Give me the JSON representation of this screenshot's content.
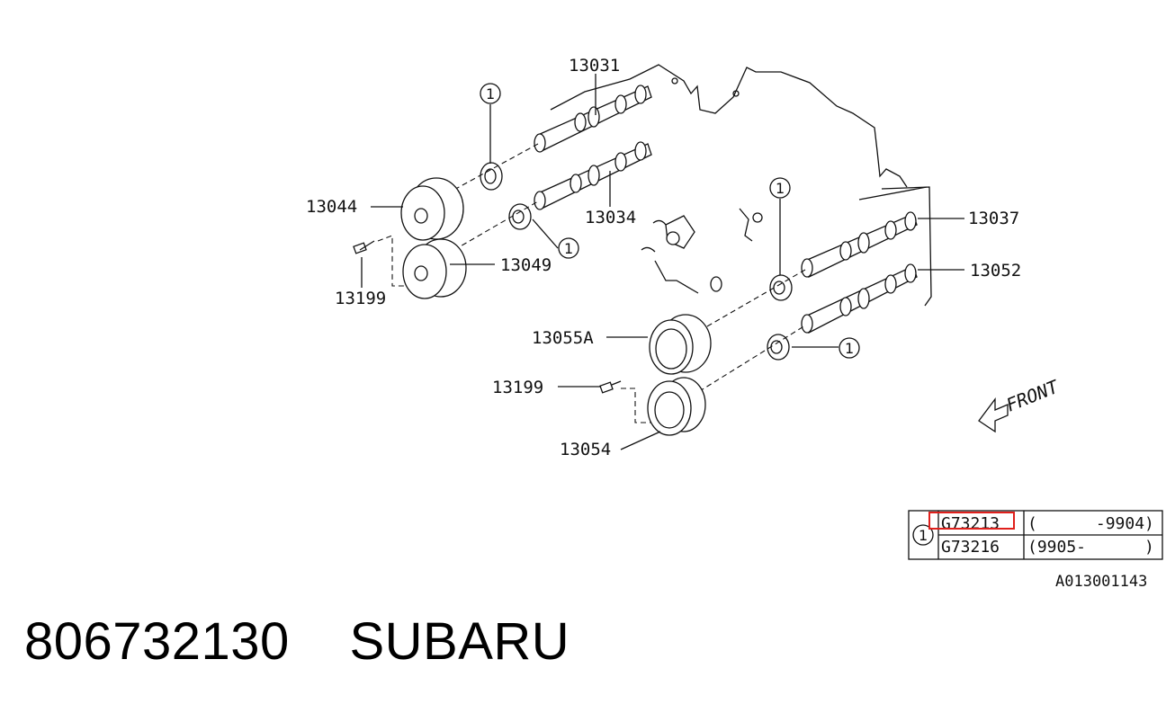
{
  "labels": {
    "p13031": "13031",
    "p13034": "13034",
    "p13044": "13044",
    "p13049": "13049",
    "p13199a": "13199",
    "p13199b": "13199",
    "p13037": "13037",
    "p13052": "13052",
    "p13055A": "13055A",
    "p13054": "13054"
  },
  "callout": "1",
  "front_label": "FRONT",
  "legend": {
    "ref": "1",
    "rows": [
      {
        "part": "G73213",
        "range": "(      -9904)"
      },
      {
        "part": "G73216",
        "range": "(9905-      )"
      }
    ]
  },
  "diagram_code": "A013001143",
  "footer": {
    "part_number": "806732130",
    "brand": "SUBARU"
  },
  "highlight_color": "#e0201c"
}
